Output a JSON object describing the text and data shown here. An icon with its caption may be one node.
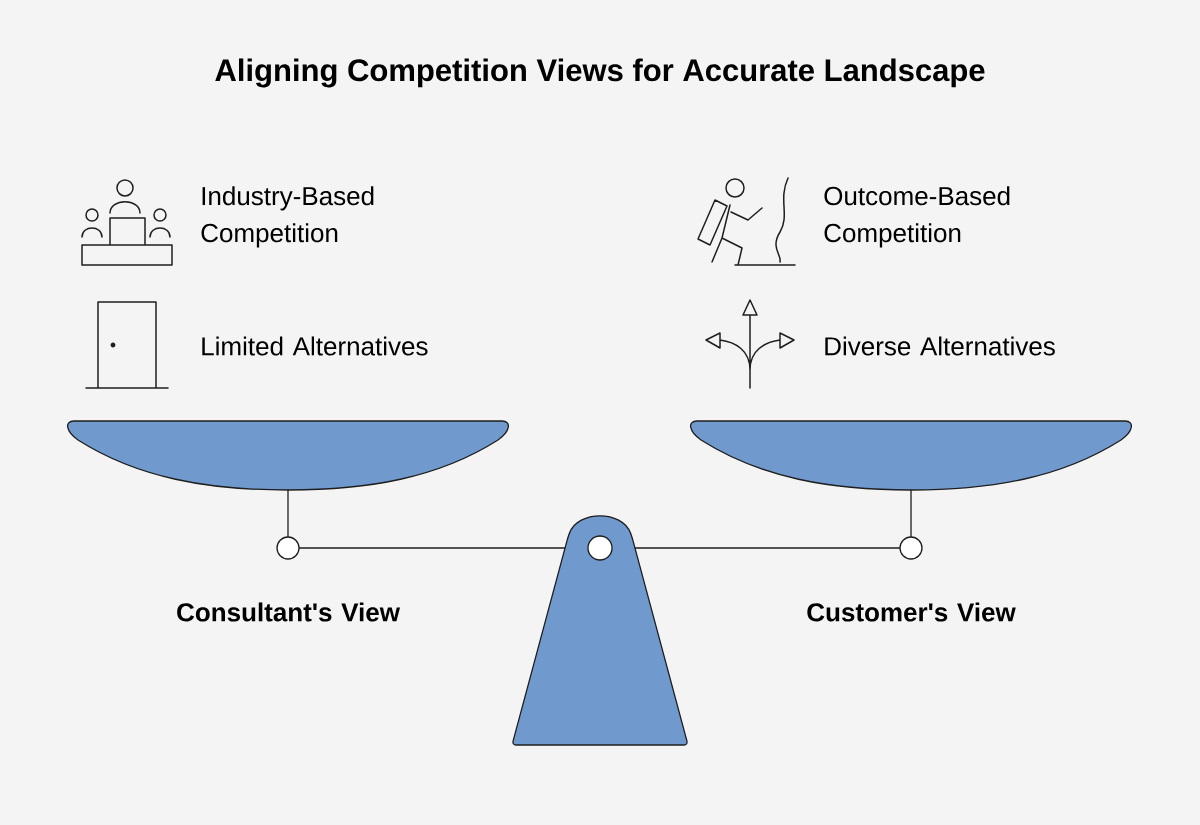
{
  "diagram": {
    "title": "Aligning Competition Views for Accurate Landscape",
    "labels": [
      "Industry-Based Competition",
      "Limited Alternatives",
      "Outcome-Based Competition",
      "Diverse Alternatives",
      "Consultant's View",
      "Customer's View"
    ]
  }
}
